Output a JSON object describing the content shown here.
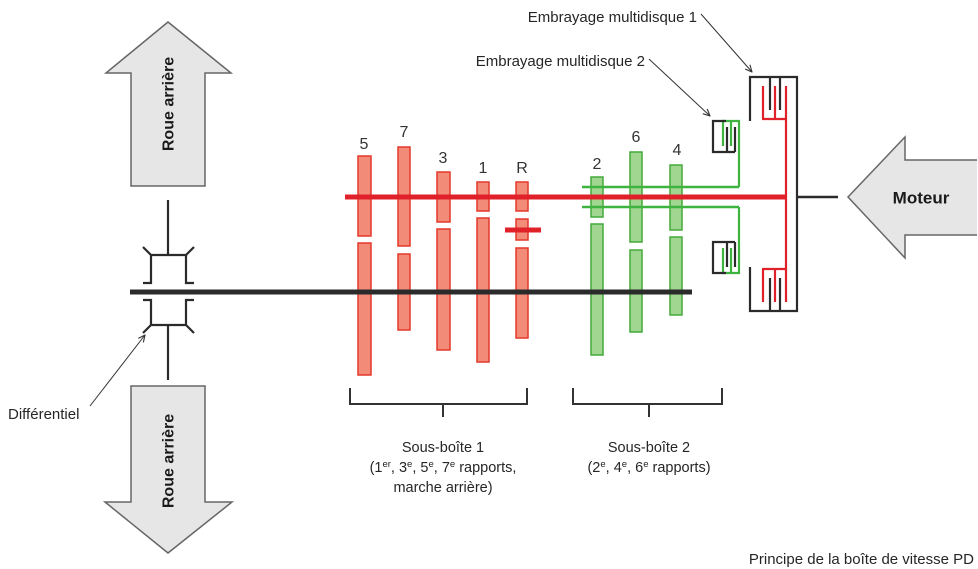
{
  "annotations": {
    "clutch_1": "Embrayage multidisque 1",
    "clutch_2": "Embrayage multidisque 2",
    "differential": "Différentiel"
  },
  "arrows": {
    "rear_wheel_top": "Roue arrière",
    "rear_wheel_bottom": "Roue arrière",
    "engine": "Moteur"
  },
  "gears": {
    "sub1": [
      {
        "label": "5"
      },
      {
        "label": "7"
      },
      {
        "label": "3"
      },
      {
        "label": "1"
      },
      {
        "label": "R"
      }
    ],
    "sub2": [
      {
        "label": "2"
      },
      {
        "label": "6"
      },
      {
        "label": "4"
      }
    ]
  },
  "subgearbox_1": {
    "title": "Sous-boîte 1",
    "ratios_line": [
      {
        "text": "(1",
        "sup": "er"
      },
      {
        "text": ", 3",
        "sup": "e"
      },
      {
        "text": ", 5",
        "sup": "e"
      },
      {
        "text": ", 7",
        "sup": "e"
      },
      {
        "text": " rapports,"
      }
    ],
    "reverse_line": "marche arrière)"
  },
  "subgearbox_2": {
    "title": "Sous-boîte 2",
    "ratios_line": [
      {
        "text": "(2",
        "sup": "e"
      },
      {
        "text": ", 4",
        "sup": "e"
      },
      {
        "text": ", 6",
        "sup": "e"
      },
      {
        "text": " rapports)"
      }
    ]
  },
  "caption": "Principe de la boîte de vitesse PD",
  "colors": {
    "sub1_gear_fill": "#f28b78",
    "sub1_gear_stroke": "#e3382b",
    "inner_shaft": "#e0212a",
    "sub2_gear_fill": "#a0d68f",
    "sub2_gear_stroke": "#43a83a",
    "hollow_shaft": "#3fb33f",
    "output_shaft": "#2b2b2b",
    "arrow_fill": "#e6e6e6",
    "arrow_stroke": "#666666"
  }
}
